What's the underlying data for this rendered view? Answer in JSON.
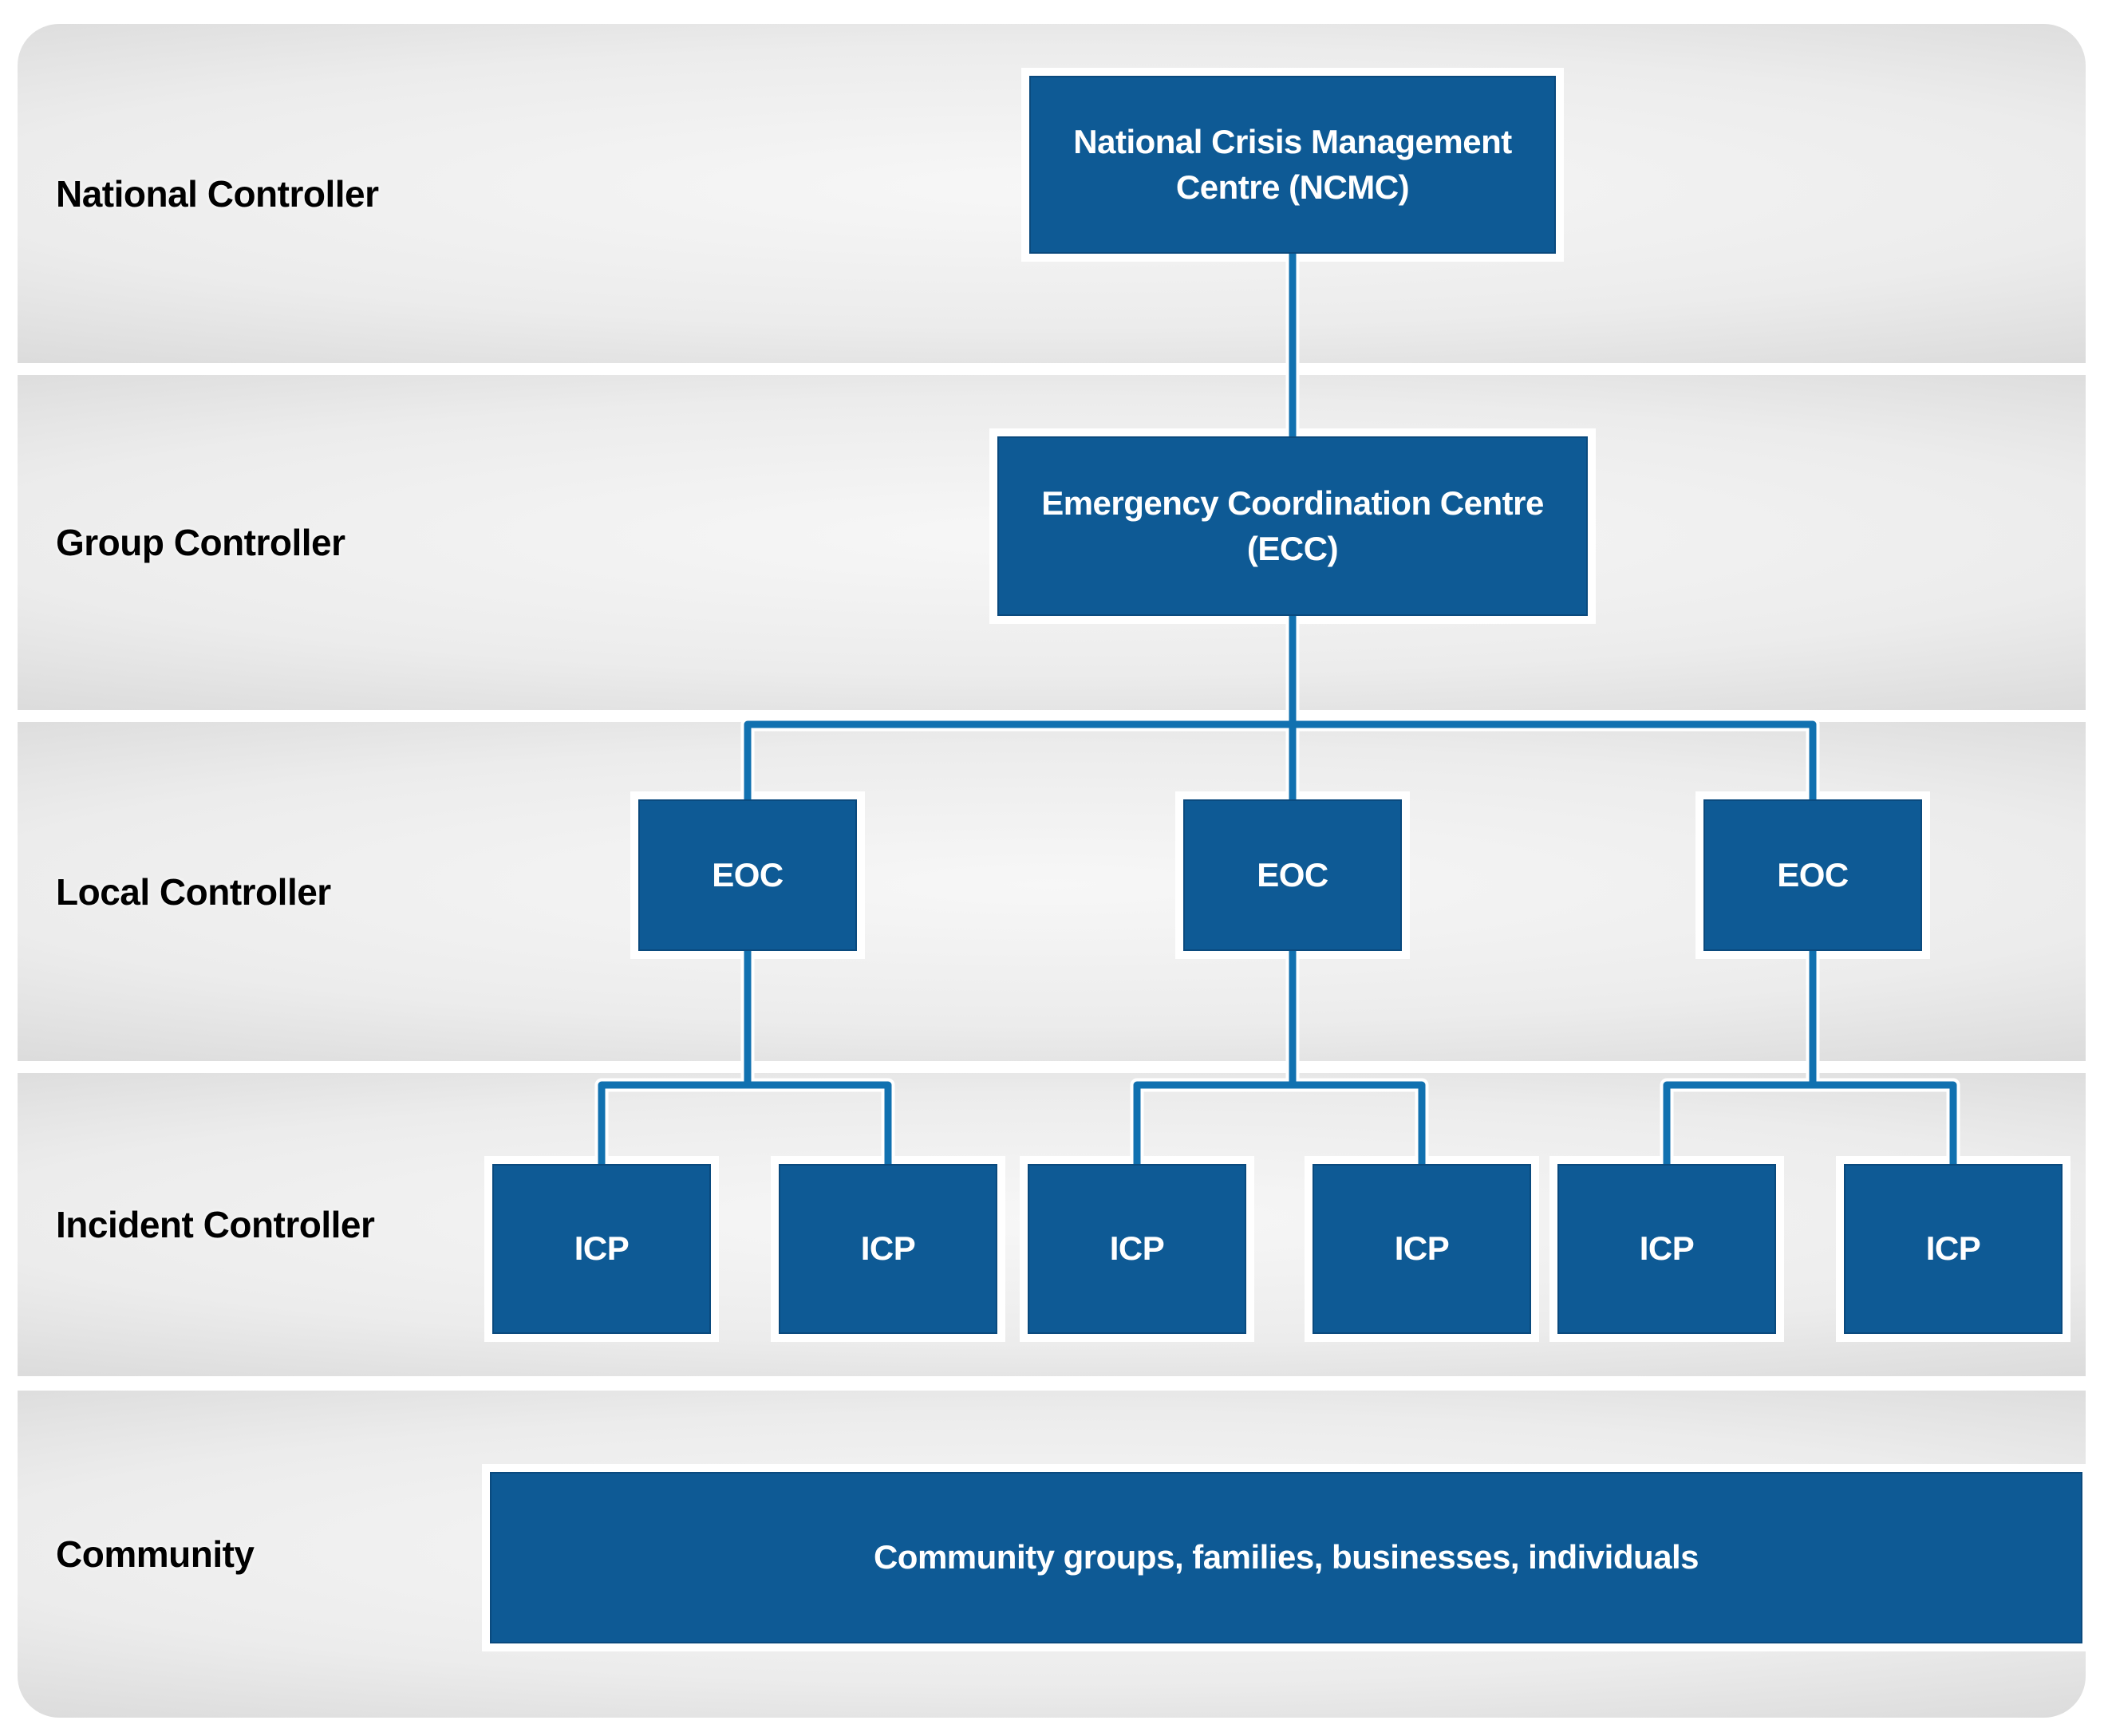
{
  "diagram": {
    "rows": [
      {
        "label": "National Controller"
      },
      {
        "label": "Group Controller"
      },
      {
        "label": "Local Controller"
      },
      {
        "label": "Incident Controller"
      },
      {
        "label": "Community"
      }
    ],
    "ncmc": {
      "label": "National Crisis Management\nCentre (NCMC)"
    },
    "ecc": {
      "label": "Emergency Coordination Centre\n(ECC)"
    },
    "eoc": {
      "label": "EOC",
      "count": 3
    },
    "icp": {
      "label": "ICP",
      "count": 6
    },
    "community": {
      "label": "Community groups, families, businesses, individuals"
    },
    "colors": {
      "node_fill": "#0e5a95",
      "node_border": "#0a4a7e",
      "node_text": "#ffffff",
      "connector": "#1171b0",
      "connector_casing": "#ffffff",
      "band_light": "#f7f7f7",
      "band_dark": "#d6d6d6",
      "row_label_text": "#000000",
      "page_background": "#ffffff"
    }
  }
}
